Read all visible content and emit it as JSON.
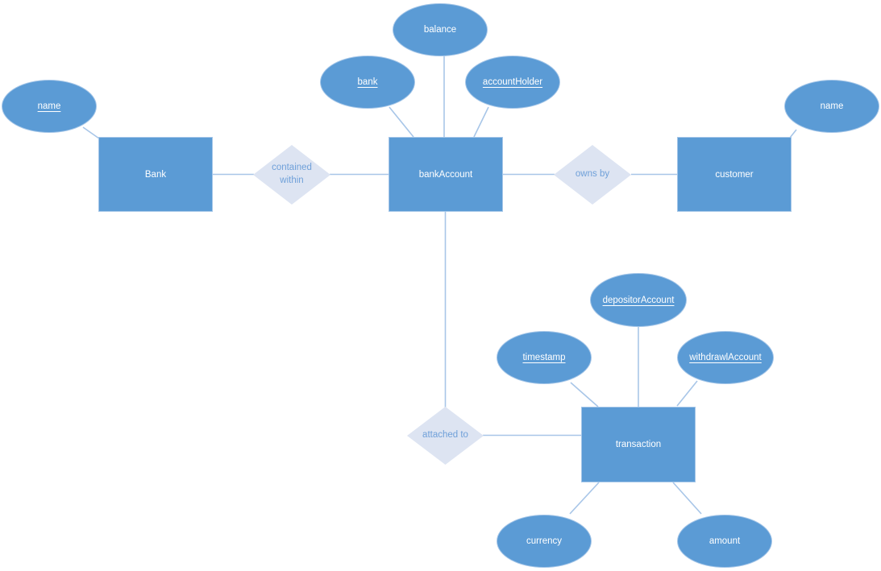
{
  "diagram": {
    "type": "entity-relationship",
    "colors": {
      "node_fill": "#5b9bd5",
      "node_border": "#a5c6e8",
      "node_text": "#ffffff",
      "relationship_fill": "#dde4f2",
      "relationship_text": "#6fa0d9",
      "connector": "#a8c6e8",
      "background": "#ffffff"
    },
    "entities": {
      "bank": {
        "label": "Bank"
      },
      "bankAccount": {
        "label": "bankAccount"
      },
      "customer": {
        "label": "customer"
      },
      "transaction": {
        "label": "transaction"
      }
    },
    "attributes": {
      "bankName": {
        "label": "name",
        "key": true,
        "of": "Bank"
      },
      "balance": {
        "label": "balance",
        "key": false,
        "of": "bankAccount"
      },
      "bank": {
        "label": "bank",
        "key": true,
        "of": "bankAccount"
      },
      "accountHolder": {
        "label": "accountHolder",
        "key": true,
        "of": "bankAccount"
      },
      "customerName": {
        "label": "name",
        "key": false,
        "of": "customer"
      },
      "depositorAccount": {
        "label": "depositorAccount",
        "key": true,
        "of": "transaction"
      },
      "timestamp": {
        "label": "timestamp",
        "key": true,
        "of": "transaction"
      },
      "withdrawlAccount": {
        "label": "withdrawlAccount",
        "key": true,
        "of": "transaction"
      },
      "currency": {
        "label": "currency",
        "key": false,
        "of": "transaction"
      },
      "amount": {
        "label": "amount",
        "key": false,
        "of": "transaction"
      }
    },
    "relationships": {
      "containedWithin": {
        "label": "contained within",
        "between": [
          "Bank",
          "bankAccount"
        ]
      },
      "ownsBy": {
        "label": "owns by",
        "between": [
          "bankAccount",
          "customer"
        ]
      },
      "attachedTo": {
        "label": "attached to",
        "between": [
          "bankAccount",
          "transaction"
        ]
      }
    }
  }
}
